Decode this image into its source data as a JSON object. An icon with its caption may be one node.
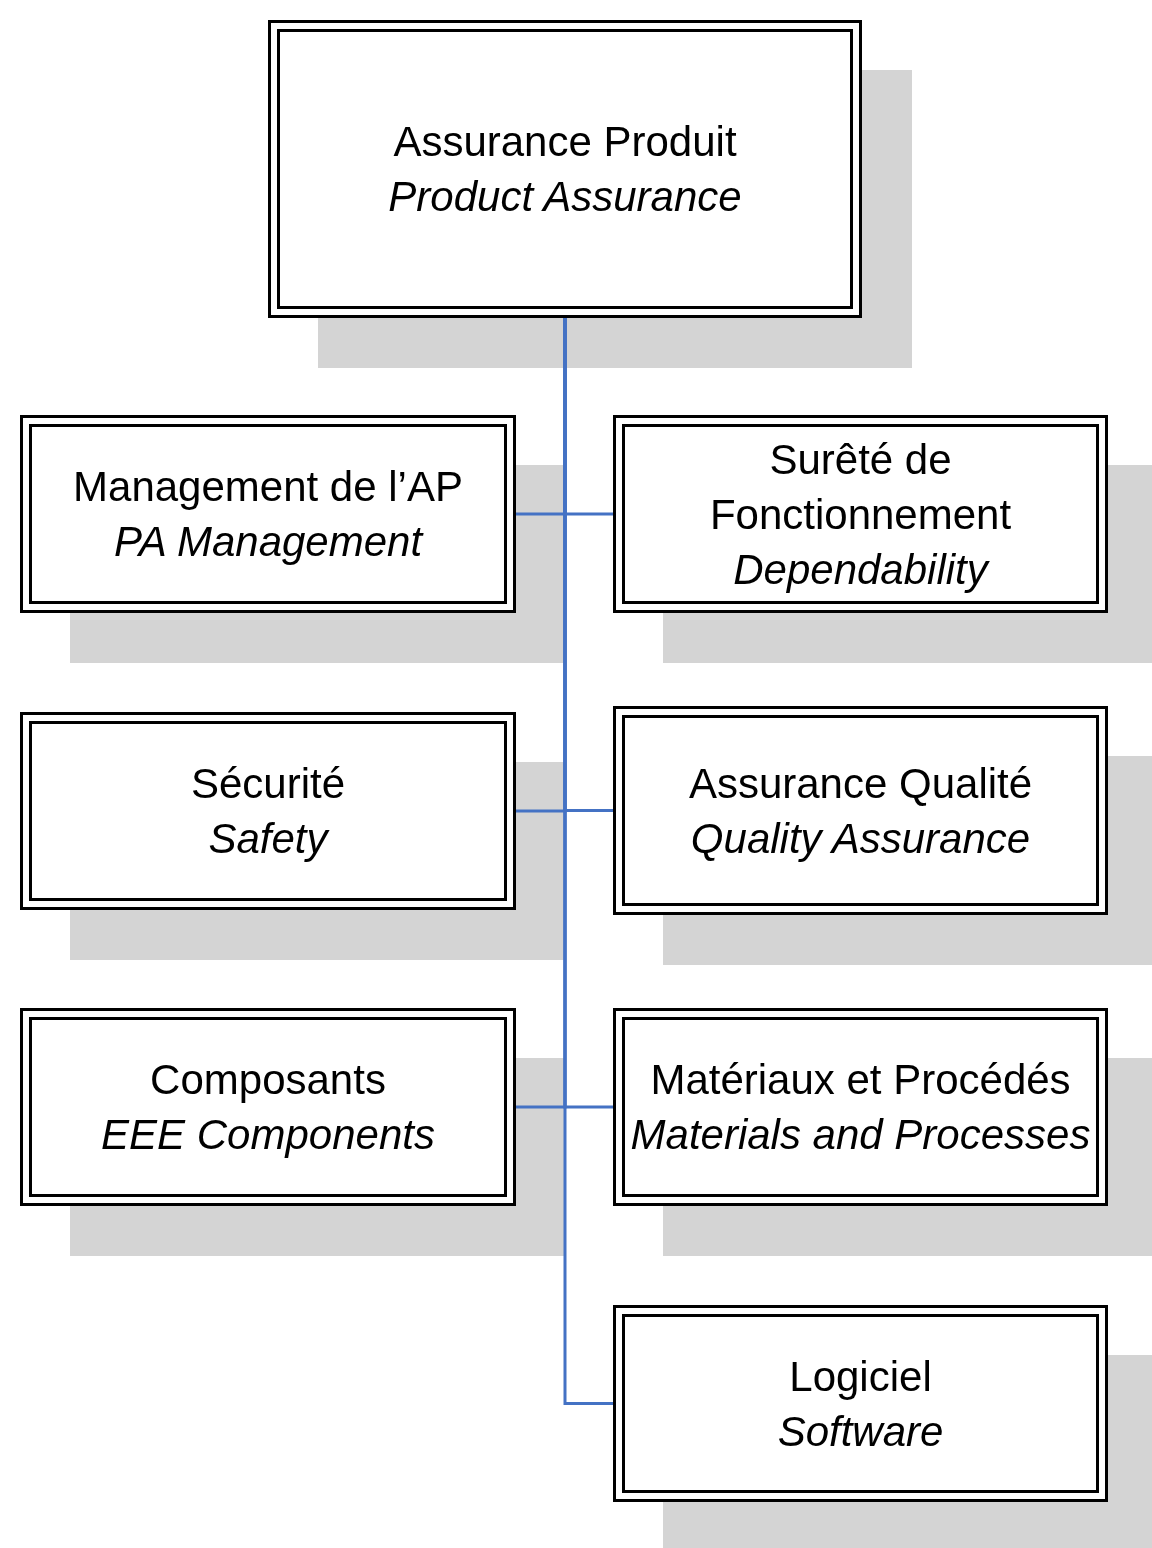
{
  "diagram": {
    "nodes": [
      {
        "text": [
          "Assurance Produit",
          "Product Assurance"
        ]
      },
      {
        "text": [
          "Management de l’AP",
          "PA Management"
        ]
      },
      {
        "text": [
          "Surêté de Fonctionnement",
          "Dependability"
        ]
      },
      {
        "text": [
          "Sécurité",
          "Safety"
        ]
      },
      {
        "text": [
          "Assurance Qualité",
          "Quality Assurance"
        ]
      },
      {
        "text": [
          "Composants",
          "EEE Components"
        ]
      },
      {
        "text": [
          "Matériaux et Procédés",
          "Materials and Processes"
        ]
      },
      {
        "text": [
          "Logiciel",
          "Software"
        ]
      }
    ],
    "edges": [
      {
        "from": 0,
        "to": 1,
        "arrow": "none"
      },
      {
        "from": 0,
        "to": 2,
        "arrow": "none"
      },
      {
        "from": 0,
        "to": 3,
        "arrow": "none"
      },
      {
        "from": 0,
        "to": 4,
        "arrow": "none"
      },
      {
        "from": 0,
        "to": 5,
        "arrow": "none"
      },
      {
        "from": 0,
        "to": 6,
        "arrow": "none"
      },
      {
        "from": 0,
        "to": 7,
        "arrow": "none"
      }
    ]
  }
}
